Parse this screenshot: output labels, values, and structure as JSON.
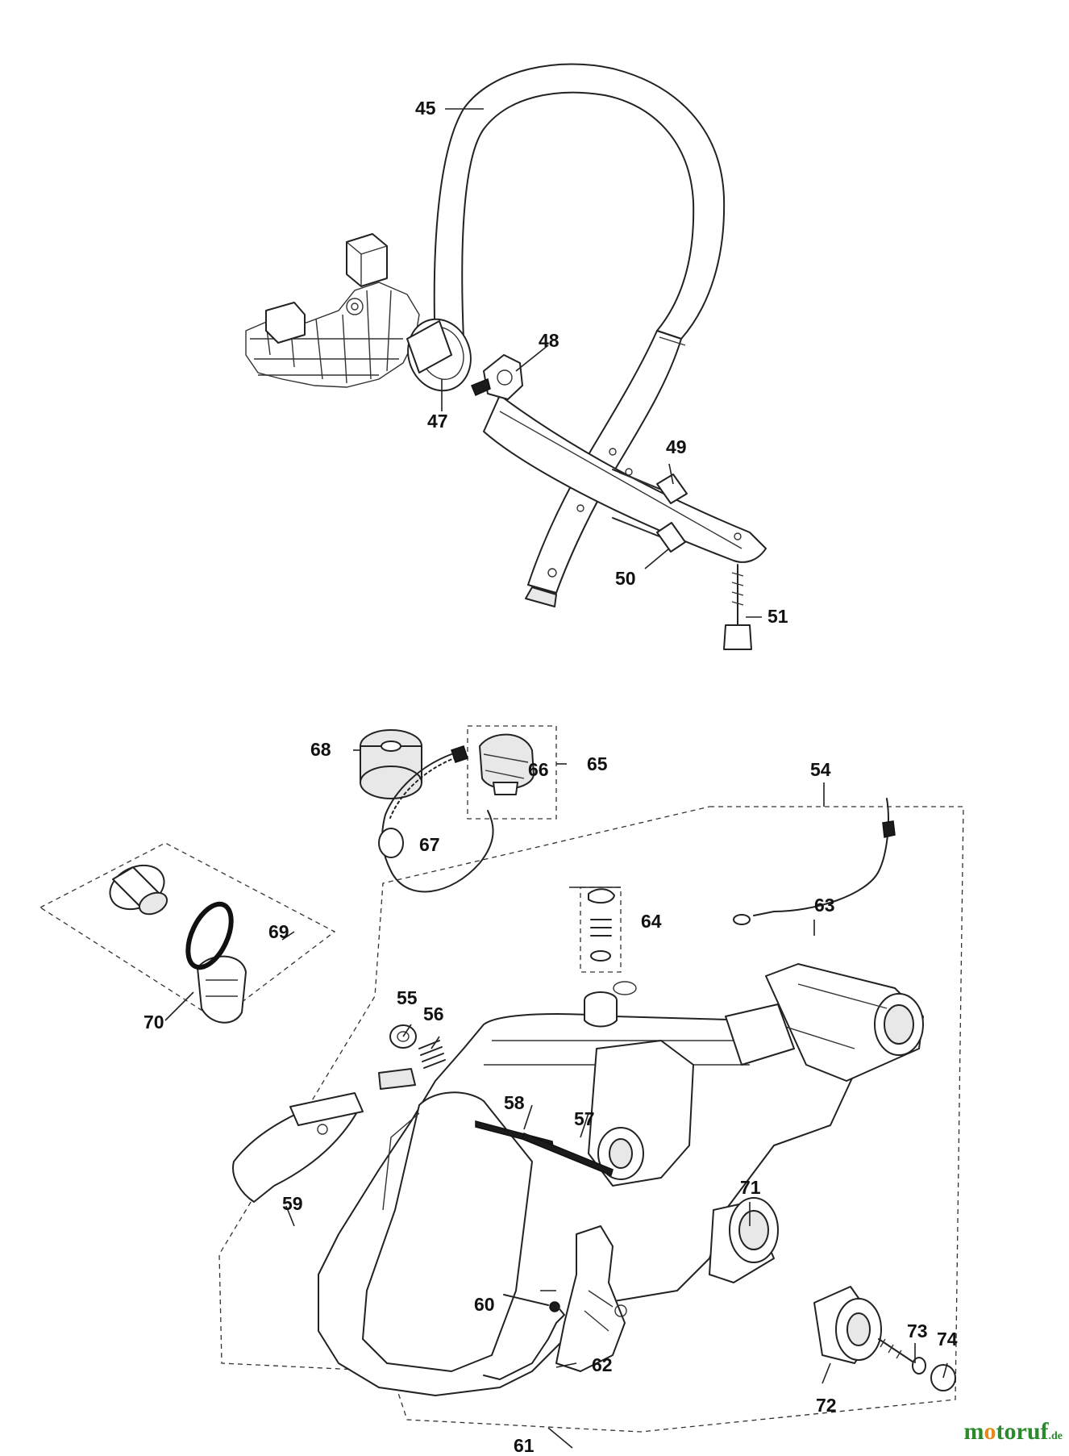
{
  "diagram": {
    "parts": [
      {
        "id": "p45",
        "label": "45"
      },
      {
        "id": "p47",
        "label": "47"
      },
      {
        "id": "p48",
        "label": "48"
      },
      {
        "id": "p49",
        "label": "49"
      },
      {
        "id": "p50",
        "label": "50"
      },
      {
        "id": "p51",
        "label": "51"
      },
      {
        "id": "p54",
        "label": "54"
      },
      {
        "id": "p55",
        "label": "55"
      },
      {
        "id": "p56",
        "label": "56"
      },
      {
        "id": "p57",
        "label": "57"
      },
      {
        "id": "p58",
        "label": "58"
      },
      {
        "id": "p59",
        "label": "59"
      },
      {
        "id": "p60",
        "label": "60"
      },
      {
        "id": "p61",
        "label": "61"
      },
      {
        "id": "p62",
        "label": "62"
      },
      {
        "id": "p63",
        "label": "63"
      },
      {
        "id": "p64",
        "label": "64"
      },
      {
        "id": "p65",
        "label": "65"
      },
      {
        "id": "p66",
        "label": "66"
      },
      {
        "id": "p67",
        "label": "67"
      },
      {
        "id": "p68",
        "label": "68"
      },
      {
        "id": "p69",
        "label": "69"
      },
      {
        "id": "p70",
        "label": "70"
      },
      {
        "id": "p71",
        "label": "71"
      },
      {
        "id": "p72",
        "label": "72"
      },
      {
        "id": "p73",
        "label": "73"
      },
      {
        "id": "p74",
        "label": "74"
      }
    ]
  },
  "watermark": {
    "brand_m": "m",
    "brand_o1": "o",
    "brand_rest": "toruf",
    "domain": ".de",
    "brand_color": "#2b8a2b",
    "accent_color": "#e38a1a"
  }
}
